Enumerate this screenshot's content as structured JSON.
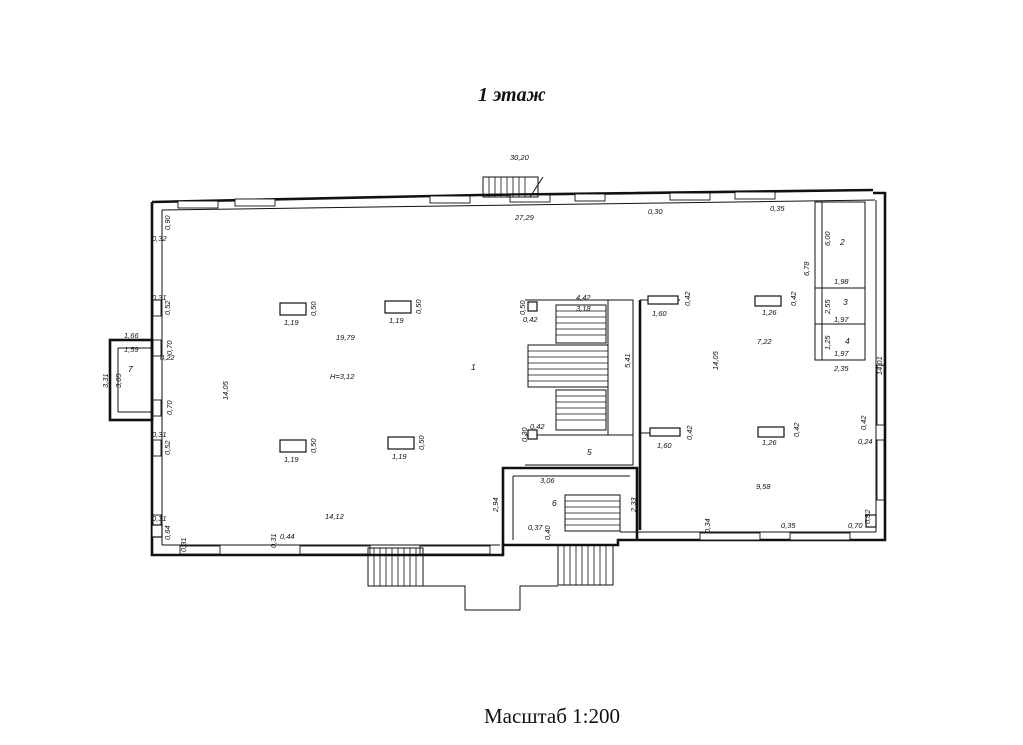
{
  "title": "1 этаж",
  "scale": "Масштаб 1:200",
  "rooms": {
    "r1": "1",
    "r2": "2",
    "r3": "3",
    "r4": "4",
    "r5": "5",
    "r6": "6",
    "r7": "7"
  },
  "height_label": "H=3,12",
  "dims": {
    "top_total": "30,20",
    "top_inner": "27,29",
    "d_030_top": "0,30",
    "d_035_top": "0,35",
    "left_090": "0,90",
    "left_032": "0,32",
    "left_031a": "0,31",
    "left_052a": "0,52",
    "left_070a": "0,70",
    "left_022": "0,22",
    "left_070b": "0,70",
    "left_031b": "0,31",
    "left_052b": "0,52",
    "left_031c": "0,31",
    "left_064": "0,64",
    "left_031d": "0,31",
    "ext_166": "1,66",
    "ext_159": "1,59",
    "ext_331": "3,31",
    "ext_305": "3,05",
    "h1405_left": "14,05",
    "w1979": "19,79",
    "w1412": "14,12",
    "col_119a": "1,19",
    "col_050a": "0,50",
    "col_119b": "1,19",
    "col_050b": "0,50",
    "col_119c": "1,19",
    "col_050c": "0,50",
    "col_119d": "1,19",
    "col_050d": "0,50",
    "bot_031": "0,31",
    "bot_044": "0,44",
    "c_050": "0,50",
    "c_042a": "0,42",
    "c_442": "4,42",
    "c_318": "3,18",
    "c_541": "5,41",
    "c_030": "0,30",
    "c_042b": "0,42",
    "c_294": "2,94",
    "c_306": "3,06",
    "c_233": "2,33",
    "c_037": "0,37",
    "c_040": "0,40",
    "r_042a": "0,42",
    "r_160a": "1,60",
    "r_126a": "1,26",
    "r_042b": "0,42",
    "r_1405": "14,05",
    "r_722": "7,22",
    "r_042c": "0,42",
    "r_160b": "1,60",
    "r_126b": "1,26",
    "r_042d": "0,42",
    "r_958": "9,58",
    "r_024": "0,24",
    "r_042e": "0,42",
    "r_034": "0,34",
    "r_035": "0,35",
    "r_070": "0,70",
    "r_082": "0,82",
    "r_1401": "14,01",
    "s_600": "6,00",
    "s_678": "6,78",
    "s_198": "1,98",
    "s_255": "2,55",
    "s_197a": "1,97",
    "s_125": "1,25",
    "s_197b": "1,97",
    "s_235": "2,35"
  }
}
